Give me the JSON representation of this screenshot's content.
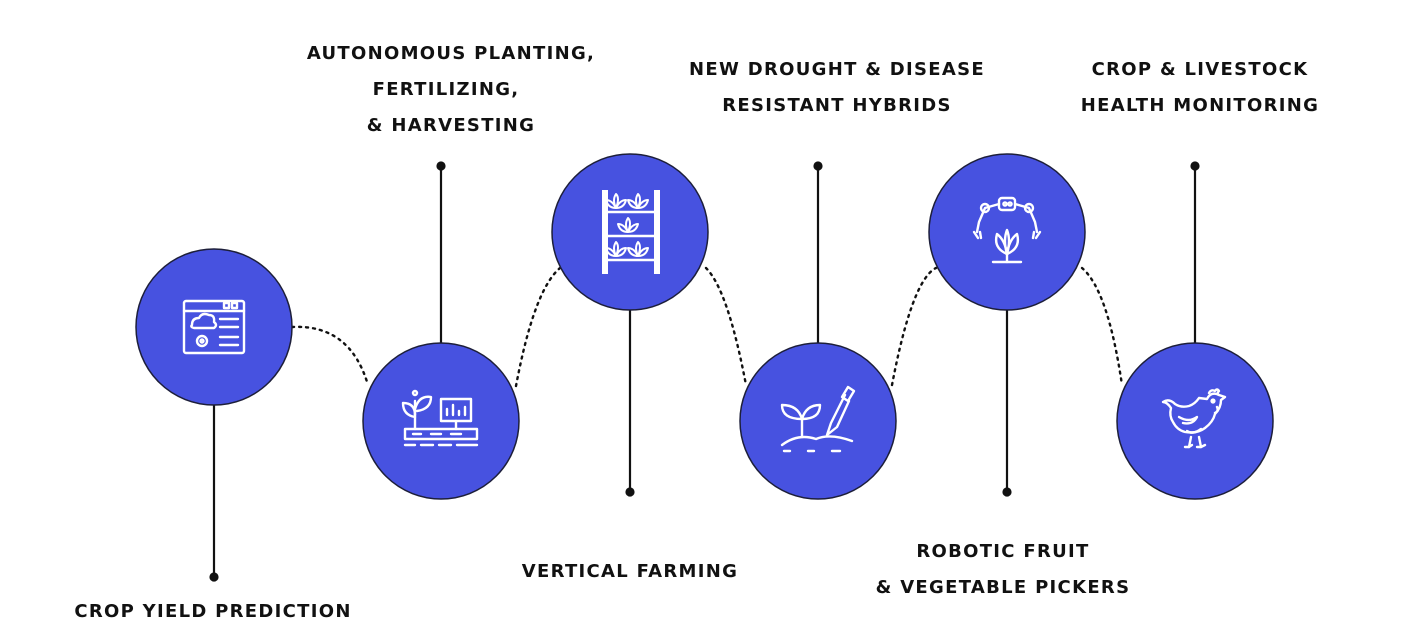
{
  "colors": {
    "circle_fill": "#4752e0",
    "icon_stroke": "#ffffff",
    "line": "#111111",
    "text": "#111111"
  },
  "steps": [
    {
      "id": "crop-yield-prediction",
      "icon": "dashboard-cloud-icon",
      "label_lines": [
        "CROP YIELD PREDICTION"
      ]
    },
    {
      "id": "autonomous-planting",
      "icon": "plant-monitor-icon",
      "label_lines": [
        "AUTONOMOUS PLANTING,",
        "FERTILIZING,",
        "& HARVESTING"
      ]
    },
    {
      "id": "vertical-farming",
      "icon": "vertical-shelf-plants-icon",
      "label_lines": [
        "VERTICAL FARMING"
      ]
    },
    {
      "id": "drought-resistant-hybrids",
      "icon": "sprout-trowel-icon",
      "label_lines": [
        "NEW DROUGHT & DISEASE",
        "RESISTANT HYBRIDS"
      ]
    },
    {
      "id": "robotic-pickers",
      "icon": "robot-arm-plant-icon",
      "label_lines": [
        "ROBOTIC FRUIT",
        "& VEGETABLE PICKERS"
      ]
    },
    {
      "id": "health-monitoring",
      "icon": "chicken-icon",
      "label_lines": [
        "CROP & LIVESTOCK",
        "HEALTH MONITORING"
      ]
    }
  ]
}
